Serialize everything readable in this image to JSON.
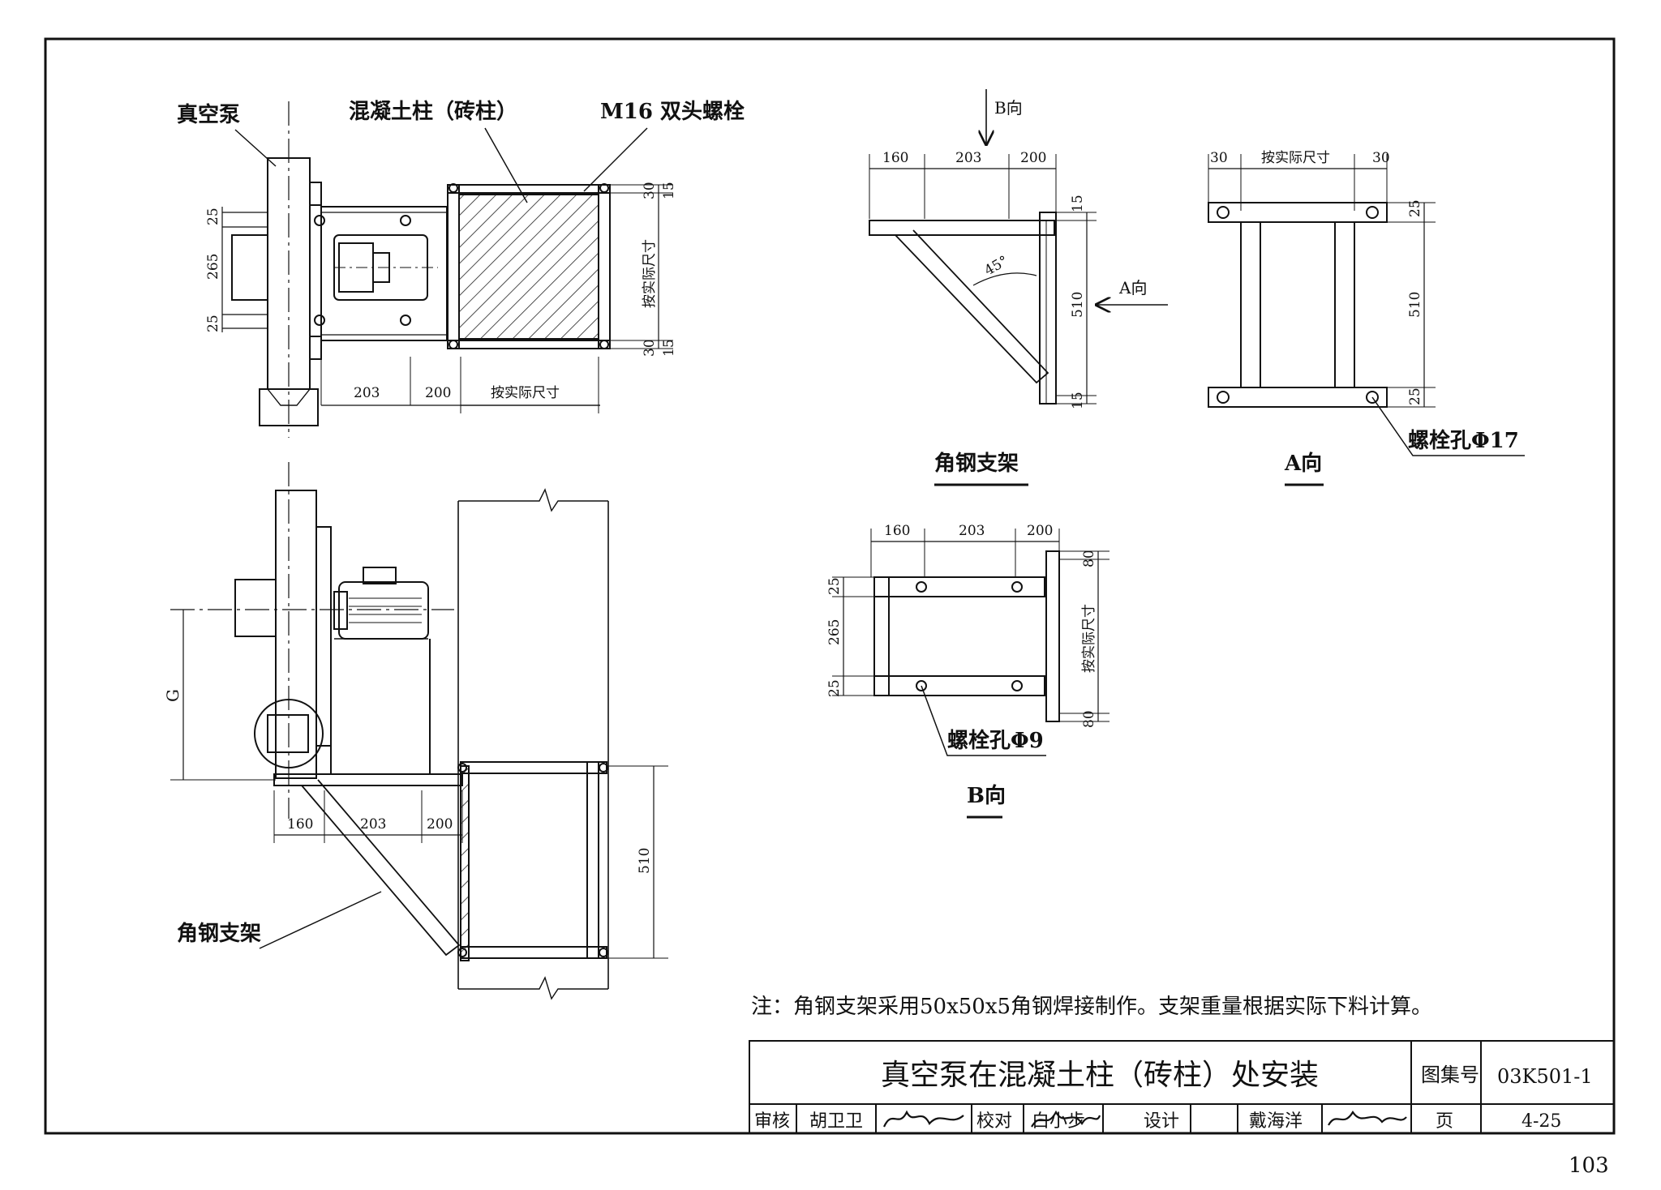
{
  "labels": {
    "vacuum_pump": "真空泵",
    "concrete_column": "混凝土柱（砖柱）",
    "bolt_m16": "M16 双头螺栓",
    "angle_bracket": "角钢支架",
    "angle_bracket_caption": "角钢支架",
    "view_a_caption": "A向",
    "view_b_caption": "B向",
    "arrow_b": "B向",
    "arrow_a": "A向",
    "bolt_hole_17": "螺栓孔Φ17",
    "bolt_hole_9": "螺栓孔Φ9",
    "angle_45": "45°",
    "dim_g": "G"
  },
  "dims": {
    "d160": "160",
    "d203": "203",
    "d200": "200",
    "d265": "265",
    "d25": "25",
    "d510": "510",
    "d30": "30",
    "d15": "15",
    "d80": "80",
    "actual": "按实际尺寸"
  },
  "note": "注：角钢支架采用50x50x5角钢焊接制作。支架重量根据实际下料计算。",
  "title_block": {
    "title": "真空泵在混凝土柱（砖柱）处安装",
    "atlas_label": "图集号",
    "atlas_no": "03K501-1",
    "review_label": "审核",
    "reviewer": "胡卫卫",
    "check_label": "校对",
    "checker": "白小步",
    "design_label": "设计",
    "designer": "戴海洋",
    "page_label": "页",
    "page_no": "4-25"
  },
  "sheet_number": "103"
}
